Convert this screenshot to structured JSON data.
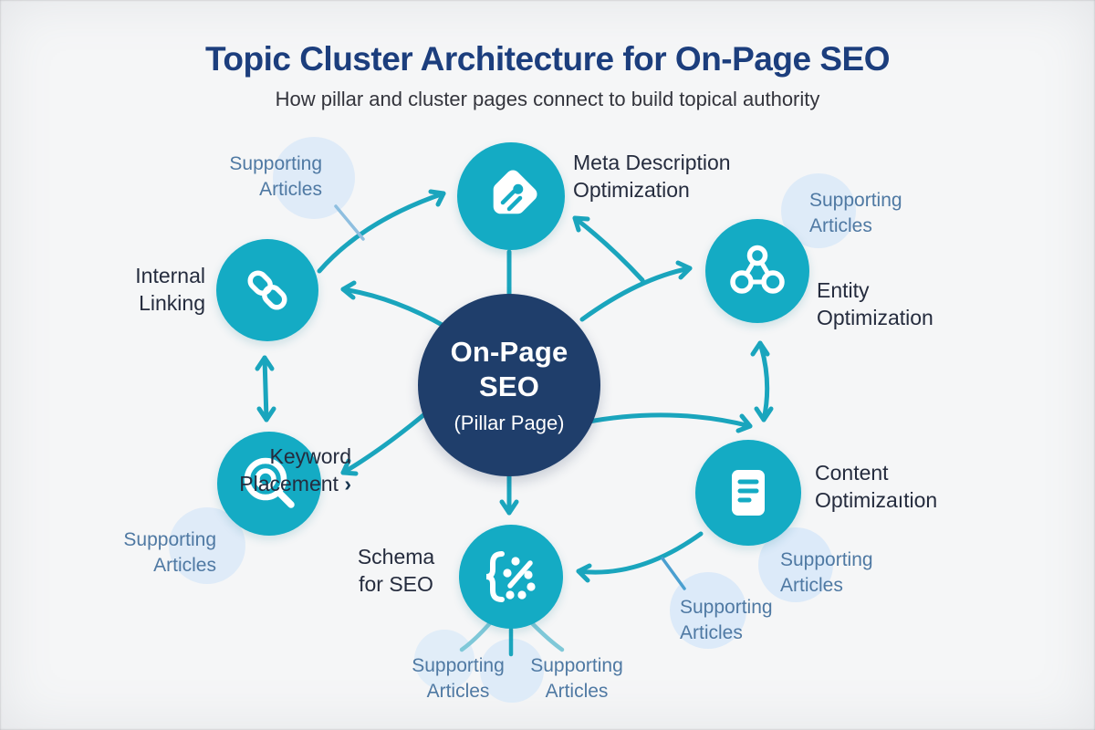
{
  "title": "Topic Cluster Architecture for On-Page SEO",
  "subtitle": "How pillar and cluster pages connect to build topical authority",
  "center": {
    "name_line1": "On-Page",
    "name_line2": "SEO",
    "tag": "(Pillar Page)"
  },
  "nodes": [
    {
      "id": "meta-description-optimization",
      "label": "Meta Description\nOptimization",
      "icon": "tag-icon"
    },
    {
      "id": "entity-optimization",
      "label": "Entity\nOptimization",
      "icon": "entity-network-icon"
    },
    {
      "id": "content-optimization",
      "label": "Content\nOptimizaıtion",
      "icon": "document-lines-icon"
    },
    {
      "id": "schema-for-seo",
      "label": "Schema\nfor SEO",
      "icon": "code-schema-icon"
    },
    {
      "id": "keyword-placement",
      "label": "Keyword\nPlacement",
      "chevron": "›",
      "icon": "target-search-icon"
    },
    {
      "id": "internal-linking",
      "label": "Internal\nLinking",
      "icon": "chain-link-icon"
    }
  ],
  "supporting": {
    "label": "Supporting\nArticles",
    "instances": 7
  },
  "colors": {
    "teal": "#14abc4",
    "navy": "#1f3e6b",
    "title_navy": "#1c3e7d",
    "label_text": "#252c3e",
    "supporting_text": "#4f79a3",
    "light_circle": "#d9e9f8",
    "background": "#f5f6f7",
    "arrow": "#1aa5bd"
  }
}
